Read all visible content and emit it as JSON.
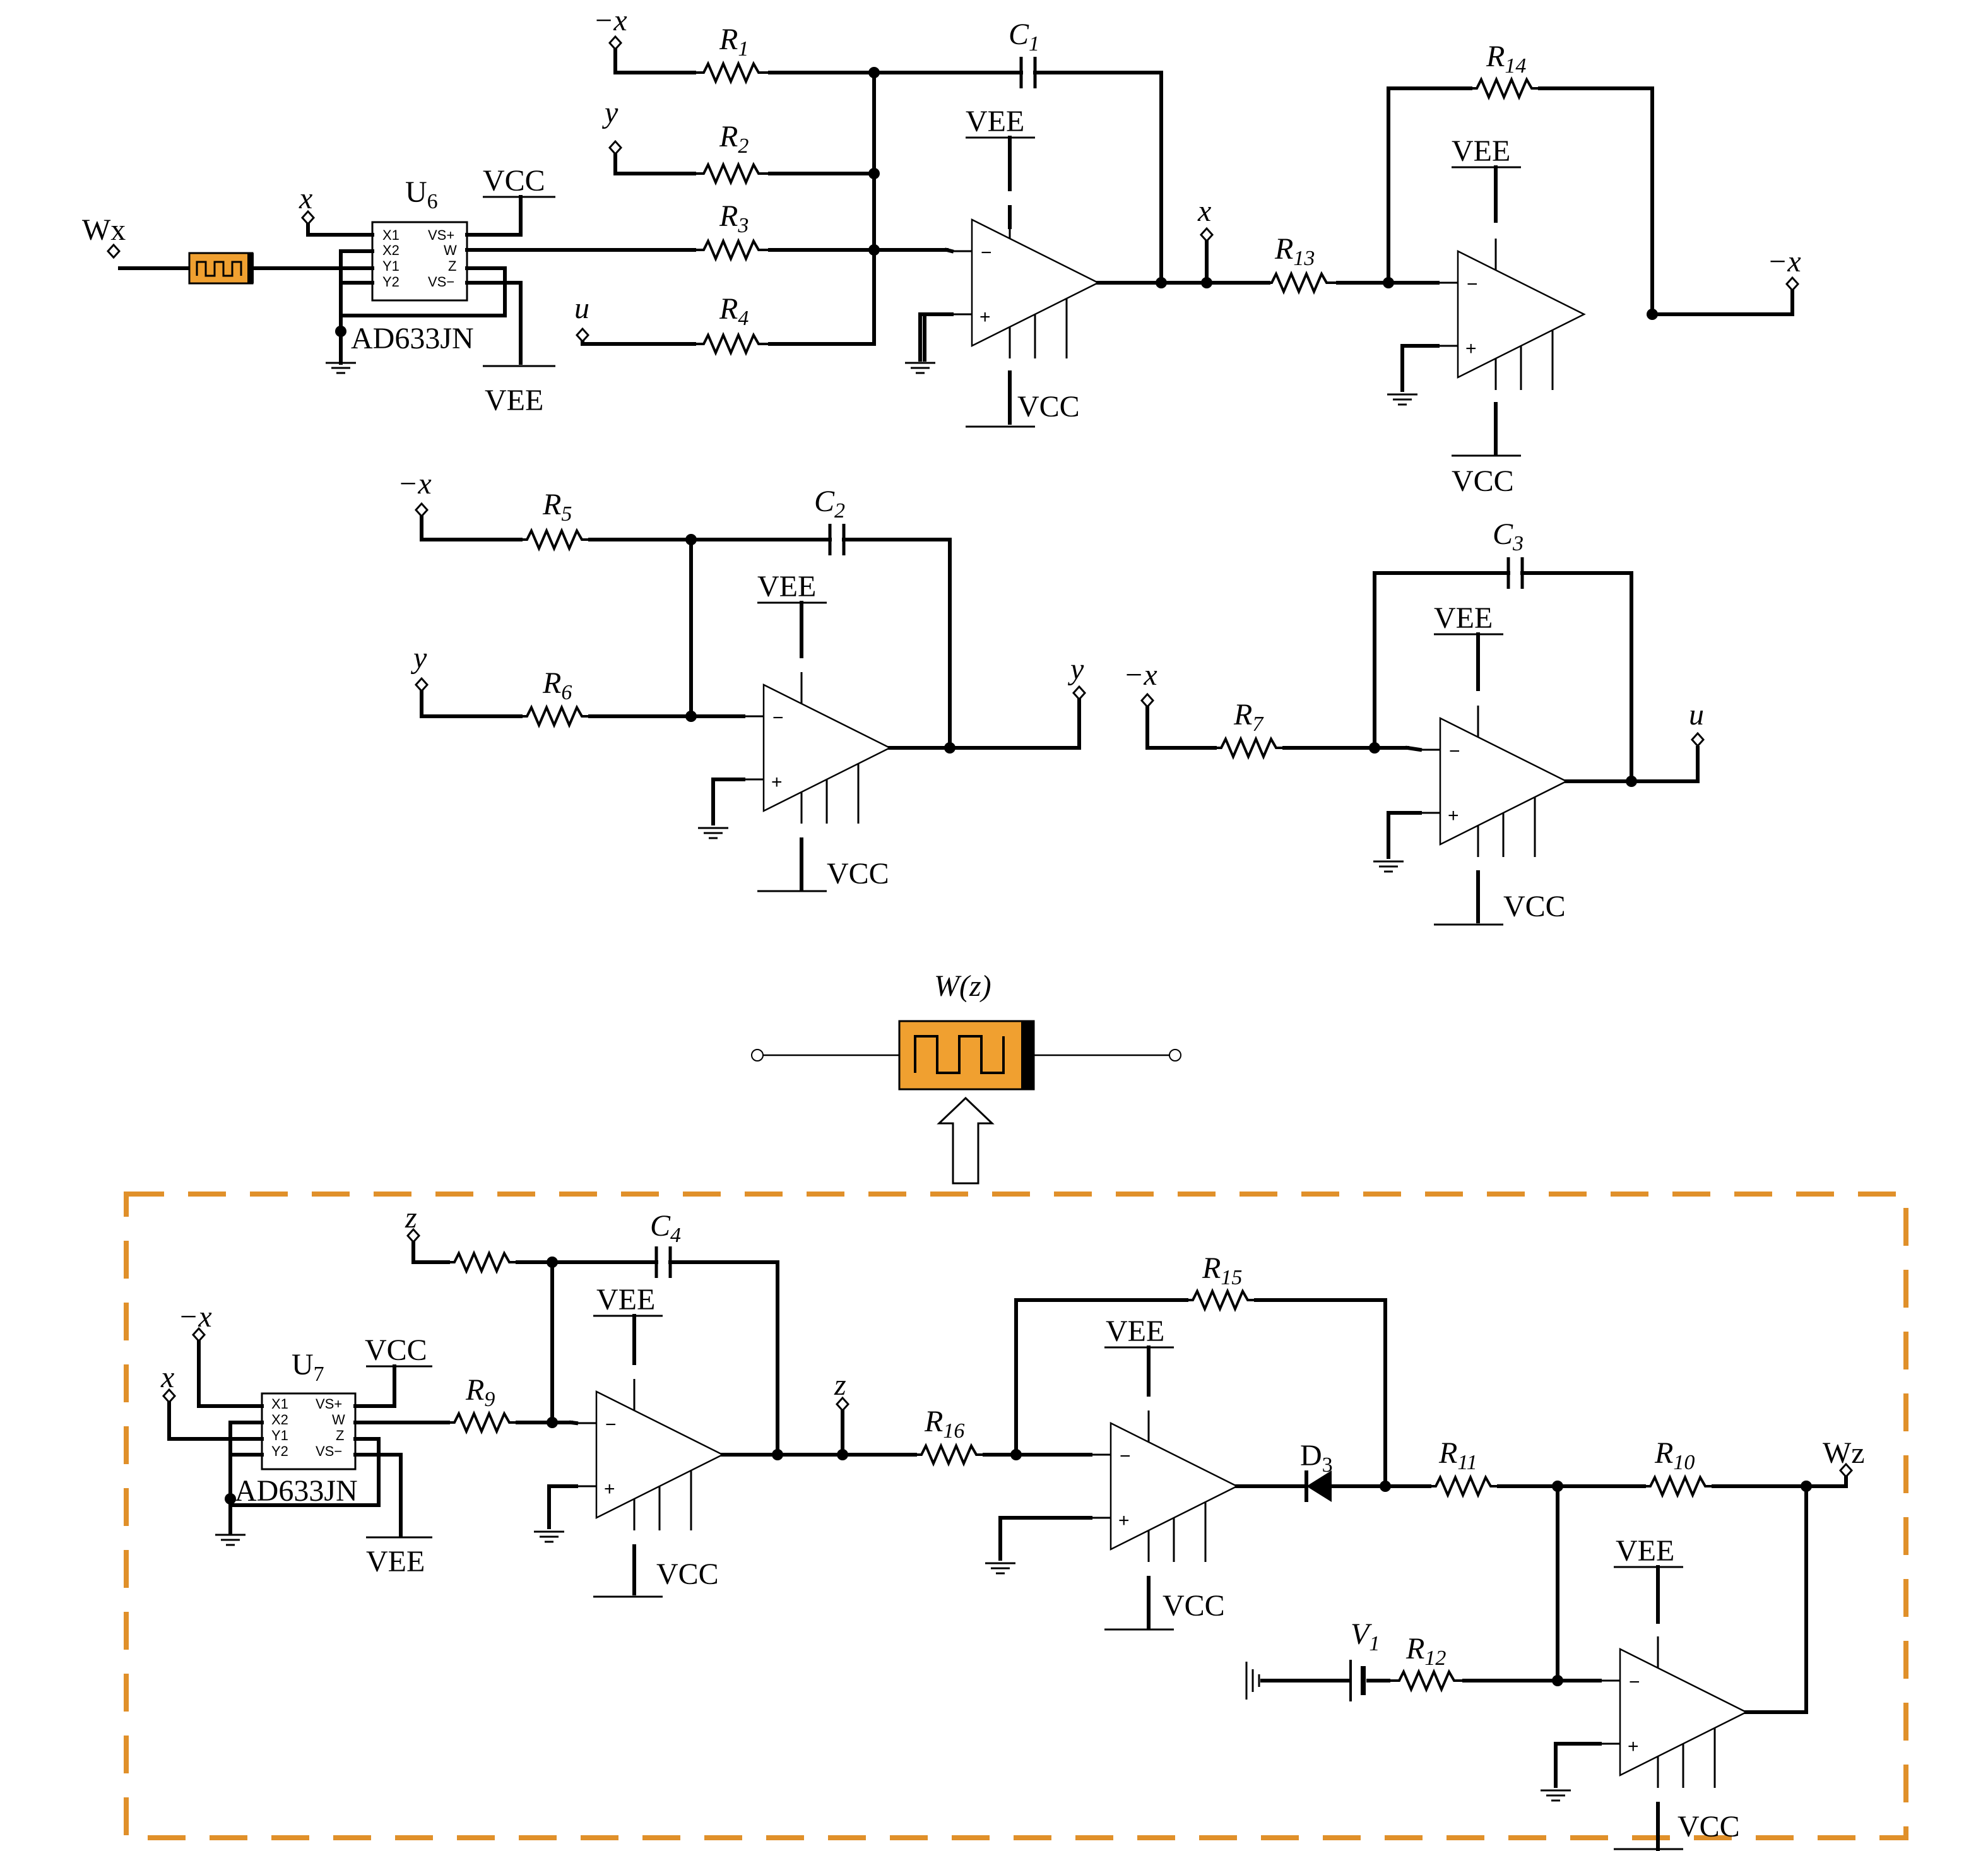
{
  "colors": {
    "wire": "#000000",
    "memristor": "#f0a030",
    "dashed_box": "#e0902a",
    "background": "#ffffff"
  },
  "labels": {
    "neg_x": "−x",
    "x": "x",
    "y": "y",
    "u": "u",
    "z": "z",
    "Wx": "Wx",
    "Wz": "Wz",
    "Wz_label": "W(z)",
    "VEE": "VEE",
    "VCC": "VCC",
    "AD633JN": "AD633JN",
    "U6": "U",
    "U6_sub": "6",
    "U7": "U",
    "U7_sub": "7",
    "R": "R",
    "C": "C",
    "D": "D",
    "V": "V",
    "R1": "1",
    "R2": "2",
    "R3": "3",
    "R4": "4",
    "R5": "5",
    "R6": "6",
    "R7": "7",
    "R9": "9",
    "R10": "10",
    "R11": "11",
    "R12": "12",
    "R13": "13",
    "R14": "14",
    "R15": "15",
    "R16": "16",
    "C1": "1",
    "C2": "2",
    "C3": "3",
    "C4": "4",
    "D3": "3",
    "V1": "1",
    "opamp_minus": "−",
    "opamp_plus": "+"
  },
  "pins": {
    "X1": "X1",
    "X2": "X2",
    "Y1": "Y1",
    "Y2": "Y2",
    "VSp": "VS+",
    "W": "W",
    "Z": "Z",
    "VSm": "VS−"
  }
}
